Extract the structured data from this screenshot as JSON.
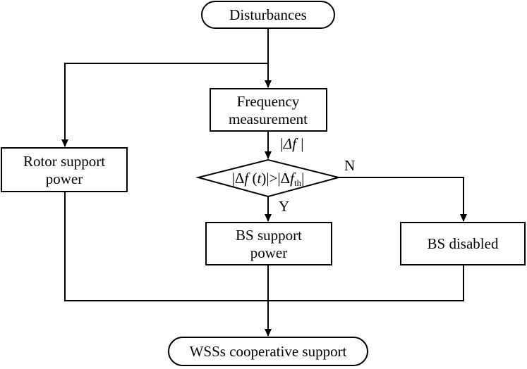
{
  "diagram": {
    "nodes": {
      "disturbances": {
        "label": "Disturbances",
        "shape": "rounded-terminal"
      },
      "frequency_measurement": {
        "line1": "Frequency",
        "line2": "measurement",
        "shape": "rectangle"
      },
      "rotor_support": {
        "line1": "Rotor support",
        "line2": "power",
        "shape": "rectangle"
      },
      "decision": {
        "label": "|Δf (t)|>|Δf_th|",
        "shape": "diamond"
      },
      "bs_support": {
        "line1": "BS support",
        "line2": "power",
        "shape": "rectangle"
      },
      "bs_disabled": {
        "label": "BS disabled",
        "shape": "rectangle"
      },
      "wss_support": {
        "label": "WSSs cooperative support",
        "shape": "rounded-terminal"
      }
    },
    "edge_labels": {
      "measurement_output": "|Δf |",
      "yes": "Y",
      "no": "N"
    },
    "edges": [
      {
        "from": "disturbances",
        "to": "frequency_measurement"
      },
      {
        "from": "disturbances",
        "to": "rotor_support"
      },
      {
        "from": "frequency_measurement",
        "to": "decision",
        "label": "|Δf |"
      },
      {
        "from": "decision",
        "to": "bs_support",
        "label": "Y"
      },
      {
        "from": "decision",
        "to": "bs_disabled",
        "label": "N"
      },
      {
        "from": "rotor_support",
        "to": "wss_support"
      },
      {
        "from": "bs_support",
        "to": "wss_support"
      },
      {
        "from": "bs_disabled",
        "to": "wss_support"
      }
    ]
  }
}
